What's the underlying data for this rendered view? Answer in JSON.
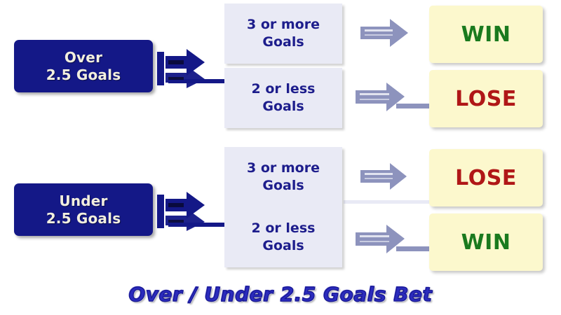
{
  "caption": "Over / Under 2.5 Goals Bet",
  "colors": {
    "navy_box": "#141887",
    "navy_text": "#f2efdf",
    "mid_box": "#e9eaf5",
    "mid_text": "#1d1d8c",
    "outcome_box": "#fcf8cd",
    "win_text": "#1a7a1e",
    "lose_text": "#b01717",
    "navy_arrow": "#141887",
    "gray_arrow": "#8d93bd",
    "caption_text": "#2b2bbd",
    "background": "#ffffff"
  },
  "branches": [
    {
      "id": "over",
      "source": {
        "line1": "Over",
        "line2": "2.5 Goals"
      },
      "outcomes": [
        {
          "condition_line1": "3 or more",
          "condition_line2": "Goals",
          "result": "WIN",
          "result_kind": "win"
        },
        {
          "condition_line1": "2 or less",
          "condition_line2": "Goals",
          "result": "LOSE",
          "result_kind": "lose"
        }
      ]
    },
    {
      "id": "under",
      "source": {
        "line1": "Under",
        "line2": "2.5 Goals"
      },
      "outcomes": [
        {
          "condition_line1": "3 or more",
          "condition_line2": "Goals",
          "result": "LOSE",
          "result_kind": "lose"
        },
        {
          "condition_line1": "2 or less",
          "condition_line2": "Goals",
          "result": "WIN",
          "result_kind": "win"
        }
      ]
    }
  ],
  "icons": {
    "split_arrow": "split-right-arrow-icon",
    "right_arrow": "right-arrow-icon"
  }
}
